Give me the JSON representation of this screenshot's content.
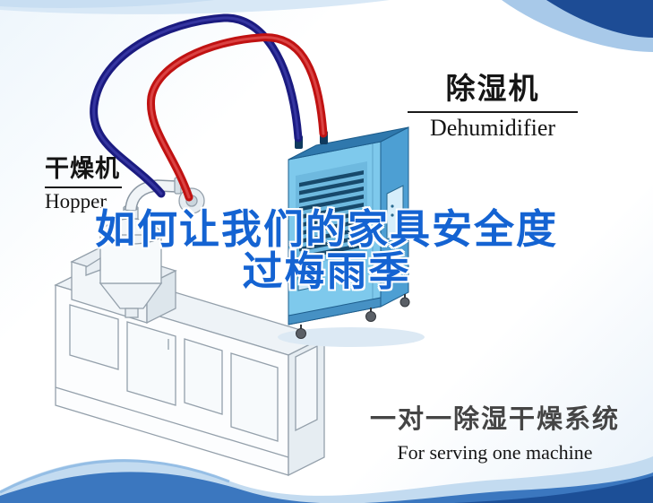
{
  "labels": {
    "hopper": {
      "zh": "干燥机",
      "en": "Hopper"
    },
    "dehumidifier": {
      "zh": "除湿机",
      "en": "Dehumidifier"
    }
  },
  "title": {
    "line1": "如何让我们的家具安全度",
    "line2": "过梅雨季"
  },
  "caption": {
    "zh": "一对一除湿干燥系统",
    "en": "For serving one machine"
  },
  "colors": {
    "title_blue": "#1463d2",
    "hose_red": "#c01212",
    "hose_navy": "#1b1b80",
    "dehumidifier_front": "#7ec9ec",
    "dehumidifier_side": "#4d9fd3",
    "dehumidifier_top": "#2f78ad",
    "wave_light_blue": "#c3dbf0",
    "wave_mid_blue": "#3b77bf",
    "wave_dark_blue": "#1c4f97",
    "label_black": "#151515",
    "caption_gray": "#454545"
  }
}
